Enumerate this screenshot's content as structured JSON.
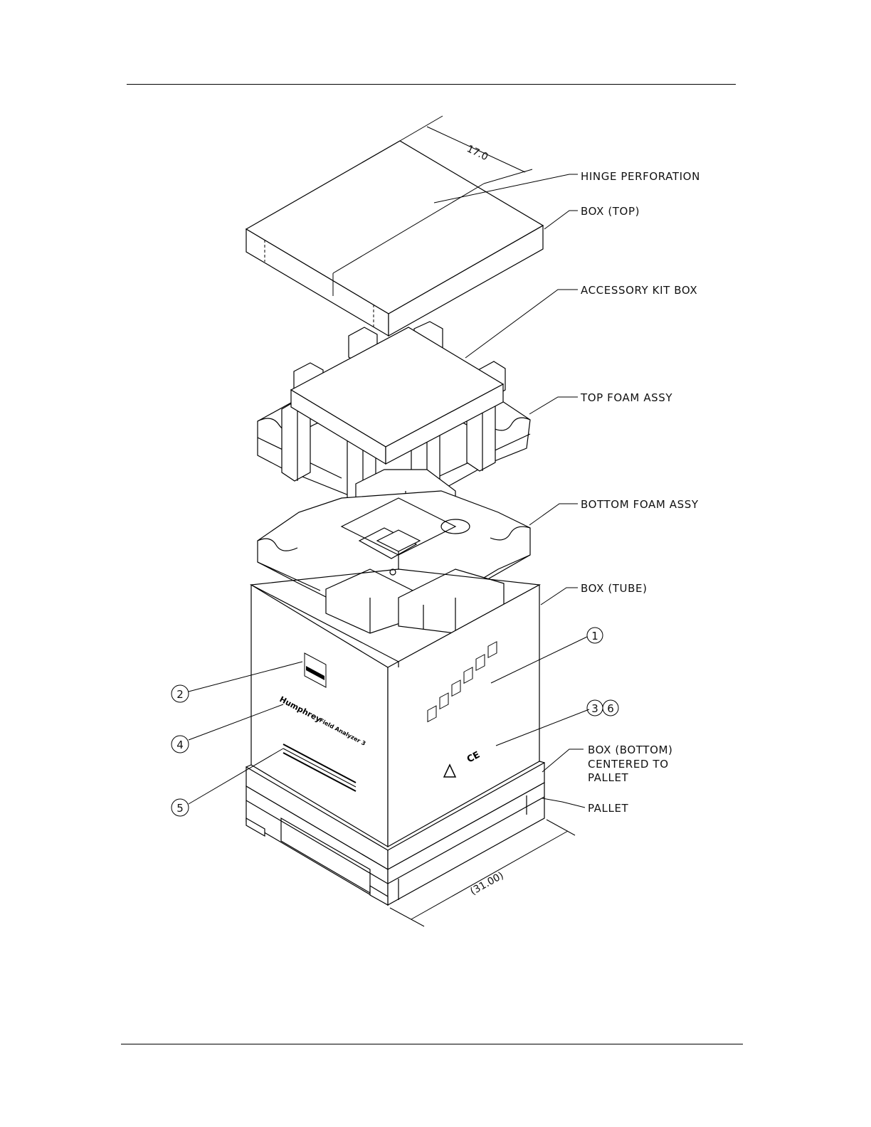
{
  "labels": {
    "hinge": "HINGE PERFORATION",
    "box_top": "BOX (TOP)",
    "accessory": "ACCESSORY KIT BOX",
    "top_foam": "TOP FOAM ASSY",
    "bottom_foam": "BOTTOM FOAM ASSY",
    "box_tube": "BOX (TUBE)",
    "box_bottom_1": "BOX (BOTTOM)",
    "box_bottom_2": "CENTERED TO",
    "box_bottom_3": "PALLET",
    "pallet": "PALLET"
  },
  "dimensions": {
    "top": "17.0",
    "bottom": "(31.00)"
  },
  "callouts": {
    "c1": "1",
    "c2": "2",
    "c3": "3",
    "c4": "4",
    "c5": "5",
    "c6": "6"
  },
  "box_print": {
    "brand_line1": "Humphrey",
    "brand_line2": "Field Analyzer 3",
    "ce_mark": "CE"
  }
}
